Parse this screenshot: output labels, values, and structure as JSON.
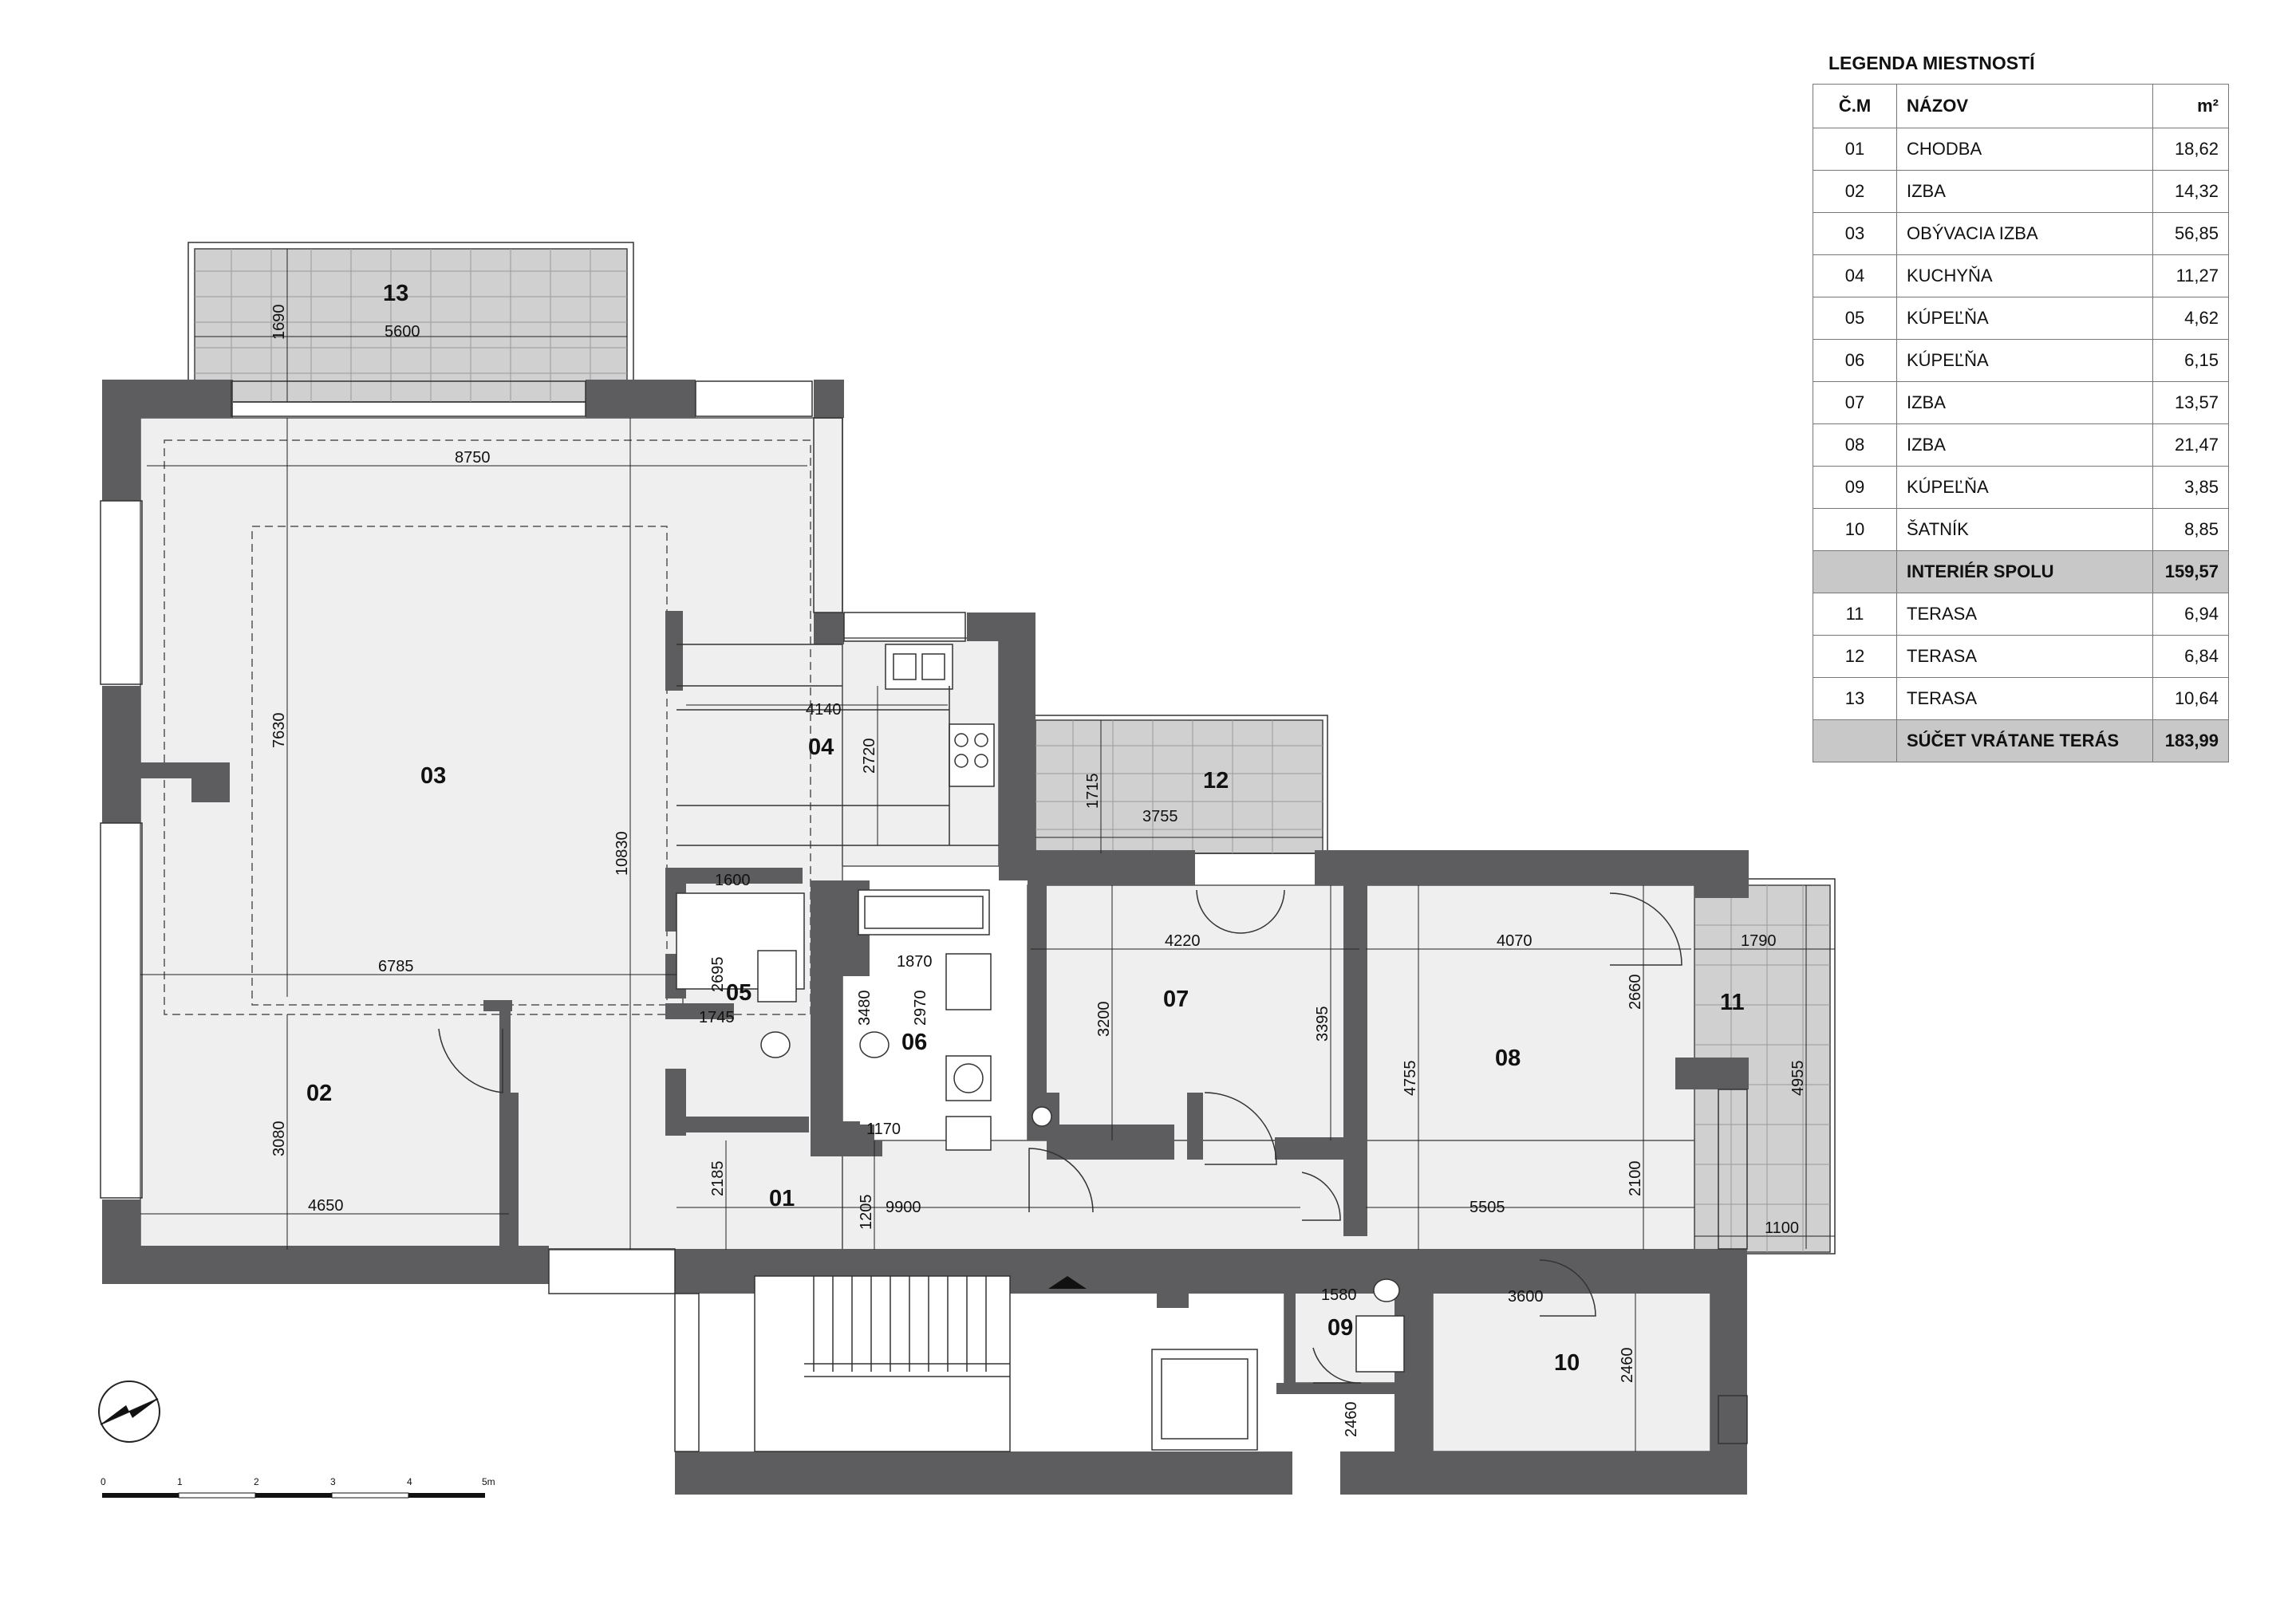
{
  "legend": {
    "title": "LEGENDA MIESTNOSTÍ",
    "headers": {
      "num": "Č.M",
      "name": "NÁZOV",
      "area": "m²"
    },
    "rows": [
      {
        "num": "01",
        "name": "CHODBA",
        "area": "18,62"
      },
      {
        "num": "02",
        "name": "IZBA",
        "area": "14,32"
      },
      {
        "num": "03",
        "name": "OBÝVACIA IZBA",
        "area": "56,85"
      },
      {
        "num": "04",
        "name": "KUCHYŇA",
        "area": "11,27"
      },
      {
        "num": "05",
        "name": "KÚPEĽŇA",
        "area": "4,62"
      },
      {
        "num": "06",
        "name": "KÚPEĽŇA",
        "area": "6,15"
      },
      {
        "num": "07",
        "name": "IZBA",
        "area": "13,57"
      },
      {
        "num": "08",
        "name": "IZBA",
        "area": "21,47"
      },
      {
        "num": "09",
        "name": "KÚPEĽŇA",
        "area": "3,85"
      },
      {
        "num": "10",
        "name": "ŠATNÍK",
        "area": "8,85"
      }
    ],
    "interior_total": {
      "label": "INTERIÉR SPOLU",
      "area": "159,57"
    },
    "terrace_rows": [
      {
        "num": "11",
        "name": "TERASA",
        "area": "6,94"
      },
      {
        "num": "12",
        "name": "TERASA",
        "area": "6,84"
      },
      {
        "num": "13",
        "name": "TERASA",
        "area": "10,64"
      }
    ],
    "grand_total": {
      "label": "SÚČET VRÁTANE TERÁS",
      "area": "183,99"
    }
  },
  "rooms": {
    "r01": "01",
    "r02": "02",
    "r03": "03",
    "r04": "04",
    "r05": "05",
    "r06": "06",
    "r07": "07",
    "r08": "08",
    "r09": "09",
    "r10": "10",
    "r11": "11",
    "r12": "12",
    "r13": "13"
  },
  "dims": {
    "d1690": "1690",
    "d5600": "5600",
    "d8750": "8750",
    "d7630": "7630",
    "d10830": "10830",
    "d6785": "6785",
    "d3080": "3080",
    "d4650": "4650",
    "d4140": "4140",
    "d2720": "2720",
    "d1715": "1715",
    "d3755": "3755",
    "d1600": "1600",
    "d2695": "2695",
    "d1745": "1745",
    "d1870": "1870",
    "d3480": "3480",
    "d2970": "2970",
    "d1170": "1170",
    "d2185": "2185",
    "d1205": "1205",
    "d9900": "9900",
    "d4220": "4220",
    "d3200": "3200",
    "d3395": "3395",
    "d4070": "4070",
    "d2660": "2660",
    "d4755": "4755",
    "d2100": "2100",
    "d5505": "5505",
    "d1790": "1790",
    "d4955": "4955",
    "d1100": "1100",
    "d1580": "1580",
    "d3600": "3600",
    "d2460a": "2460",
    "d2460b": "2460"
  },
  "scale_bar": {
    "ticks": [
      "0",
      "1",
      "2",
      "3",
      "4",
      "5m"
    ]
  },
  "icons": {
    "north": "north-arrow-icon",
    "stair_up": "stair-arrow-icon"
  }
}
